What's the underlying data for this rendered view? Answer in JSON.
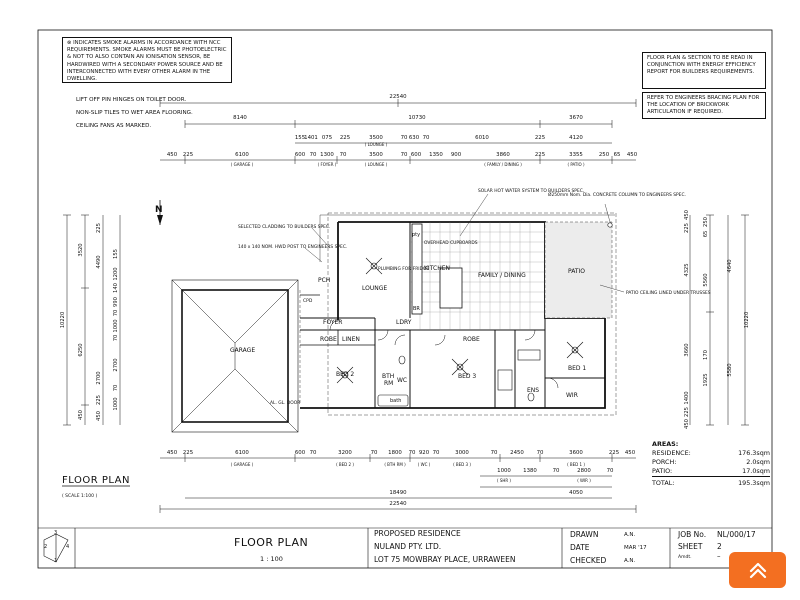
{
  "notes": {
    "smoke": "INDICATES SMOKE ALARMS IN ACCORDANCE WITH NCC REQUIREMENTS. SMOKE ALARMS MUST BE PHOTOELECTRIC & NOT TO ALSO CONTAIN AN IONISATION SENSOR, BE HARDWIRED WITH A SECONDARY POWER SOURCE AND BE INTERCONNECTED WITH EVERY OTHER ALARM IN THE DWELLING.",
    "energy": "FLOOR PLAN & SECTION TO BE READ IN CONJUNCTION WITH ENERGY EFFICIENCY REPORT FOR BUILDERS REQUIREMENTS.",
    "bracing": "REFER TO ENGINEERS BRACING PLAN FOR THE LOCATION OF BRICKWORK ARTICULATION IF REQUIRED.",
    "list": [
      "LIFT OFF PIN HINGES ON TOILET DOOR.",
      "NON-SLIP TILES TO WET AREA FLOORING.",
      "CEILING FANS AS MARKED."
    ]
  },
  "rooms": {
    "garage": "GARAGE",
    "lounge": "LOUNGE",
    "kitchen": "KITCHEN",
    "family": "FAMILY / DINING",
    "patio": "PATIO",
    "bed1": "BED 1",
    "bed2": "BED 2",
    "bed3": "BED 3",
    "bth": "BTH",
    "rm": "RM",
    "ens": "ENS",
    "wir": "WIR",
    "foyer": "FOYER",
    "pch": "PCH",
    "robe": "ROBE",
    "linen": "LINEN",
    "ldry": "LDRY",
    "wc": "WC",
    "pty": "pty",
    "cpd": "CPD",
    "bath": "bath",
    "br": "BR"
  },
  "annotations": {
    "solar": "SOLAR HOT WATER SYSTEM TO BUILDERS SPEC.",
    "column": "Ø250mm Nom. Dia. CONCRETE COLUMN TO ENGINEERS SPEC.",
    "cladding": "SELECTED CLADDING TO BUILDERS SPEC.",
    "post": "140 x 140 NOM. HWD POST TO ENGINEERS SPEC.",
    "patio_ceiling": "PATIO CEILING LINED UNDER TRUSSES",
    "plumbing": "PLUMBING FOR FRIDGE",
    "overhead": "OVERHEAD CUPBOARDS",
    "al_door": "AL. GL. DOOR",
    "north": "N"
  },
  "dims": {
    "top_overall": "22540",
    "top_row1": [
      "8140",
      "10730",
      "3670"
    ],
    "top_row2": [
      "155",
      "1401",
      "075",
      "225",
      "3500",
      "70",
      "630",
      "70",
      "6010",
      "225",
      "4120"
    ],
    "top_row2_sub": [
      "( LOUNGE )"
    ],
    "top_row3": [
      "450",
      "225",
      "6100",
      "600",
      "70",
      "1300",
      "70",
      "3500",
      "70",
      "600",
      "1350",
      "900",
      "3860",
      "225",
      "3355",
      "250",
      "65",
      "450"
    ],
    "top_row3_sub": [
      "( GARAGE )",
      "( FOYER )",
      "( LOUNGE )",
      "( FAMILY / DINING )",
      "( PATIO )"
    ],
    "bot_row1": [
      "450",
      "225",
      "6100",
      "600",
      "70",
      "3200",
      "70",
      "1800",
      "70",
      "920",
      "70",
      "3000",
      "70",
      "2450",
      "70",
      "3600",
      "225",
      "450"
    ],
    "bot_row1_sub": [
      "( GARAGE )",
      "( BED 2 )",
      "( BTH RM )",
      "( WC )",
      "( BED 3 )",
      "( BED 1 )"
    ],
    "bot_row2": [
      "1000",
      "1380",
      "70",
      "2800",
      "70"
    ],
    "bot_row2_sub": [
      "( SHR )",
      "( WIR )"
    ],
    "bot_row3": [
      "4050"
    ],
    "bot_row4": [
      "18490"
    ],
    "bot_overall": "22540",
    "left_outer": [
      "10220"
    ],
    "left_mid": [
      "3520",
      "6250",
      "450"
    ],
    "left_inner": [
      "225",
      "4490",
      "2700",
      "225",
      "450"
    ],
    "left_inner2": [
      "155",
      "1200",
      "140",
      "990",
      "70",
      "1000",
      "70",
      "2700",
      "70",
      "1000"
    ],
    "right_outer": [
      "10220"
    ],
    "right_mid": [
      "4640",
      "5580"
    ],
    "right_inner": [
      "450",
      "225",
      "4325",
      "3660",
      "1400",
      "225",
      "450"
    ],
    "right_inner2": [
      "250",
      "65",
      "5560",
      "170",
      "1925"
    ]
  },
  "areas": {
    "heading": "AREAS:",
    "rows": [
      {
        "label": "RESIDENCE:",
        "value": "176.3sqm"
      },
      {
        "label": "PORCH:",
        "value": "2.0sqm"
      },
      {
        "label": "PATIO:",
        "value": "17.0sqm"
      }
    ],
    "total_label": "TOTAL:",
    "total_value": "195.3sqm"
  },
  "plan_title": "FLOOR PLAN",
  "plan_scale": "( SCALE 1:100 )",
  "title_block": {
    "sheet_title": "FLOOR PLAN",
    "scale": "1 : 100",
    "project_line1": "PROPOSED RESIDENCE",
    "project_line2": "NULAND PTY. LTD.",
    "project_line3": "LOT 75 MOWBRAY PLACE, URRAWEEN",
    "drawn_label": "DRAWN",
    "drawn_value": "A.N.",
    "date_label": "DATE",
    "date_value": "MAR '17",
    "checked_label": "CHECKED",
    "checked_value": "A.N.",
    "job_label": "JOB No.",
    "job_value": "NL/000/17",
    "sheet_label": "SHEET",
    "sheet_value": "2",
    "amdt_label": "Amdt.",
    "amdt_value": "–",
    "revisions": [
      "3",
      "2",
      "1",
      "4"
    ]
  }
}
